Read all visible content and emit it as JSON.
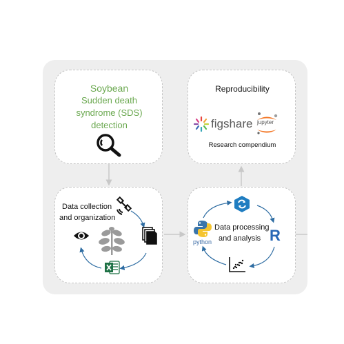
{
  "sds": {
    "lines": [
      "Soybean",
      "Sudden death",
      "syndrome (SDS)",
      "detection"
    ],
    "icon": "magnifier-icon"
  },
  "repro": {
    "title": "Reproducibility",
    "figshare": "figshare",
    "jupyter": "jupyter",
    "caption": "Research compendium"
  },
  "collection": {
    "lines": [
      "Data collection",
      "and organization"
    ],
    "icons": [
      "satellite-icon",
      "documents-icon",
      "excel-icon",
      "eye-icon",
      "soybean-plant-icon"
    ]
  },
  "processing": {
    "lines": [
      "Data processing",
      "and analysis"
    ],
    "python": "python",
    "r": "R",
    "icons": [
      "python-icon",
      "r-icon",
      "workflow-icon",
      "scatter-plot-icon"
    ]
  },
  "colors": {
    "panel": "#eeeeee",
    "green": "#6aa84f",
    "arrow": "#c8c8c8",
    "cycle": "#2d6ca2"
  }
}
